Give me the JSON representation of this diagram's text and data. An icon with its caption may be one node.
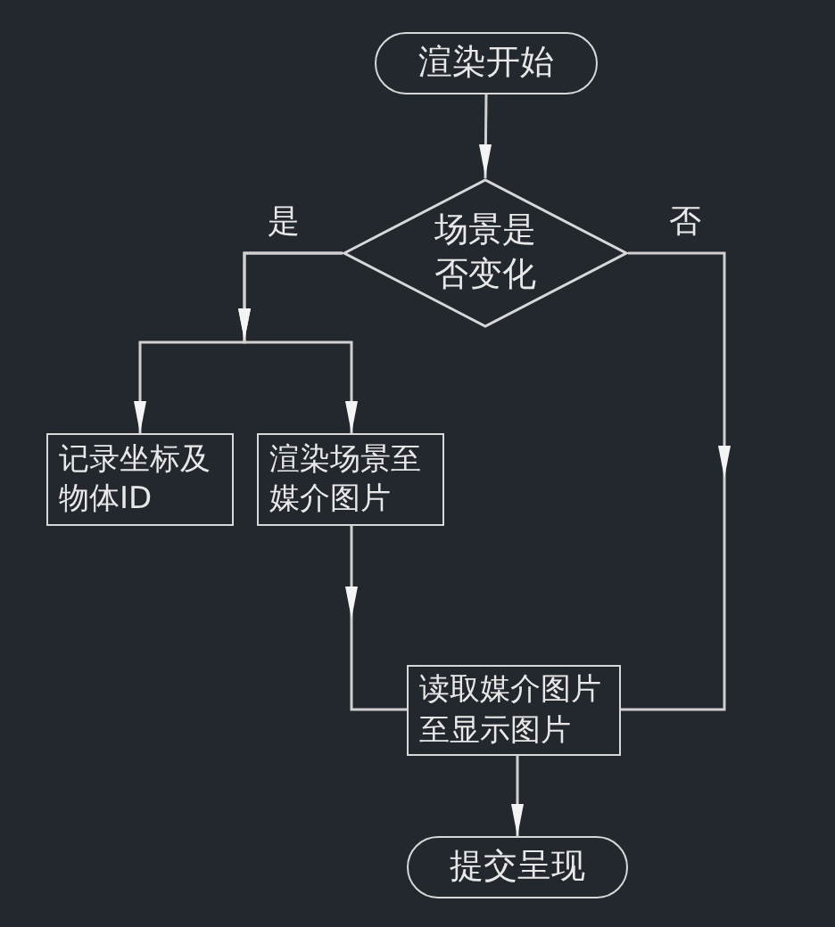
{
  "diagram": {
    "nodes": [
      {
        "text": [
          "渲染开始"
        ]
      },
      {
        "text": [
          "场景是否变化"
        ]
      },
      {
        "text": [
          "记录坐标及物体ID"
        ]
      },
      {
        "text": [
          "渲染场景至媒介图片"
        ]
      },
      {
        "text": [
          "读取媒介图片至显示图片"
        ]
      },
      {
        "text": [
          "提交呈现"
        ]
      }
    ],
    "edges": [
      {
        "from": 0,
        "to": 1,
        "arrow": "to"
      },
      {
        "from": 1,
        "to": 2,
        "arrow": "to",
        "label": "是"
      },
      {
        "from": 1,
        "to": 3,
        "arrow": "to"
      },
      {
        "from": 1,
        "to": 4,
        "arrow": "to",
        "label": "否"
      },
      {
        "from": 3,
        "to": 4,
        "arrow": "to"
      },
      {
        "from": 4,
        "to": 5,
        "arrow": "to"
      }
    ]
  }
}
